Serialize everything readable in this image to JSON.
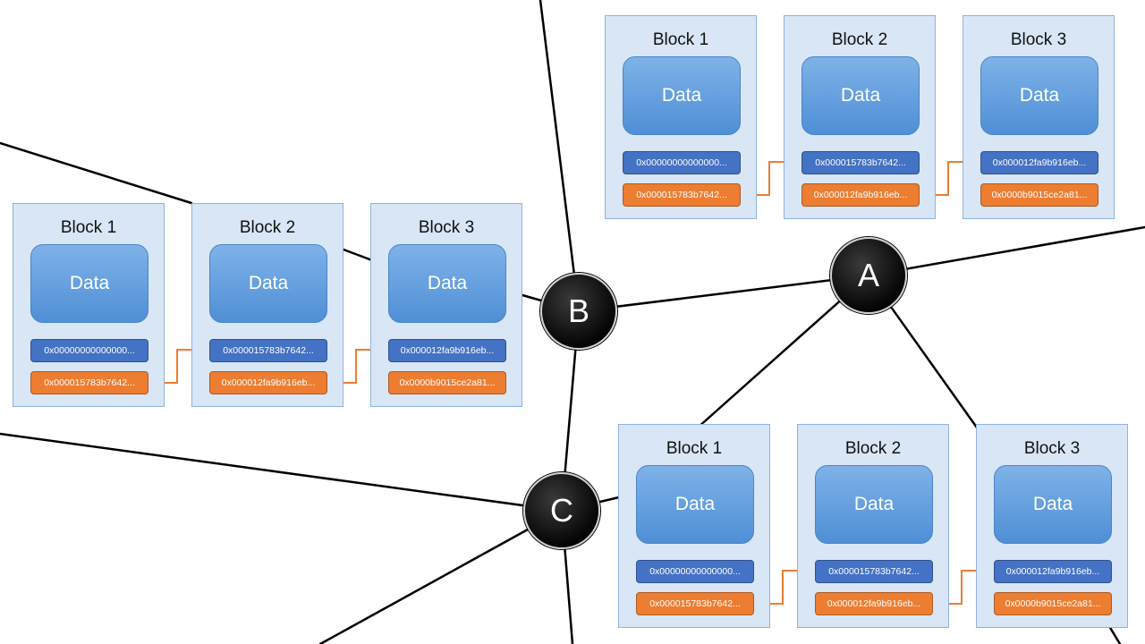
{
  "nodes": {
    "a": "A",
    "b": "B",
    "c": "C"
  },
  "chains": {
    "left": {
      "blocks": [
        {
          "title": "Block 1",
          "data": "Data",
          "prev_hash": "0x00000000000000...",
          "hash": "0x000015783b7642..."
        },
        {
          "title": "Block 2",
          "data": "Data",
          "prev_hash": "0x000015783b7642...",
          "hash": "0x000012fa9b916eb..."
        },
        {
          "title": "Block 3",
          "data": "Data",
          "prev_hash": "0x000012fa9b916eb...",
          "hash": "0x0000b9015ce2a81..."
        }
      ]
    },
    "top": {
      "blocks": [
        {
          "title": "Block 1",
          "data": "Data",
          "prev_hash": "0x00000000000000...",
          "hash": "0x000015783b7642..."
        },
        {
          "title": "Block 2",
          "data": "Data",
          "prev_hash": "0x000015783b7642...",
          "hash": "0x000012fa9b916eb..."
        },
        {
          "title": "Block 3",
          "data": "Data",
          "prev_hash": "0x000012fa9b916eb...",
          "hash": "0x0000b9015ce2a81..."
        }
      ]
    },
    "bottom": {
      "blocks": [
        {
          "title": "Block 1",
          "data": "Data",
          "prev_hash": "0x00000000000000...",
          "hash": "0x000015783b7642..."
        },
        {
          "title": "Block 2",
          "data": "Data",
          "prev_hash": "0x000015783b7642...",
          "hash": "0x000012fa9b916eb..."
        },
        {
          "title": "Block 3",
          "data": "Data",
          "prev_hash": "0x000012fa9b916eb...",
          "hash": "0x0000b9015ce2a81..."
        }
      ]
    }
  },
  "colors": {
    "block_bg": "#d8e6f5",
    "data_box": "#5b9bd5",
    "prev_hash": "#4472c4",
    "own_hash": "#ed7d31",
    "link_line": "#ed7d31",
    "node": "#000000",
    "network_line": "#000000"
  }
}
